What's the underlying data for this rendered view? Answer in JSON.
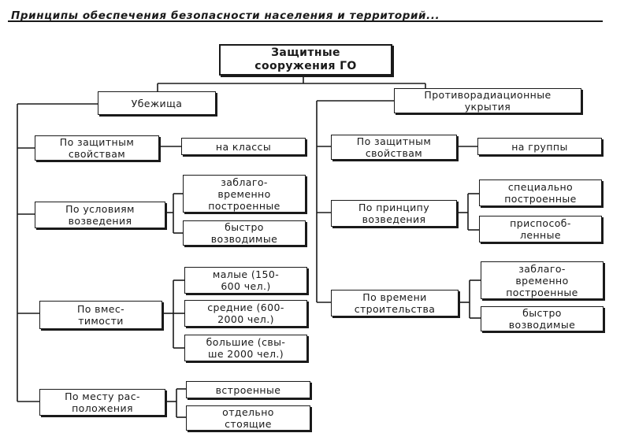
{
  "title": "Принципы обеспечения безопасности населения и территорий...",
  "root": "Защитные\nсооружения ГО",
  "shelters": {
    "label": "Убежища",
    "groups": [
      {
        "label": "По защитным\nсвойствам",
        "children": [
          "на классы"
        ]
      },
      {
        "label": "По условиям\nвозведения",
        "children": [
          "заблаго-\nвременно\nпостроенные",
          "быстро\nвозводимые"
        ]
      },
      {
        "label": "По вмес-\nтимости",
        "children": [
          "малые (150-\n600 чел.)",
          "средние (600-\n2000 чел.)",
          "большие (свы-\nше 2000 чел.)"
        ]
      },
      {
        "label": "По месту рас-\nположения",
        "children": [
          "встроенные",
          "отдельно\nстоящие"
        ]
      }
    ]
  },
  "anti_radiation": {
    "label": "Противорадиационные\nукрытия",
    "groups": [
      {
        "label": "По защитным\nсвойствам",
        "children": [
          "на группы"
        ]
      },
      {
        "label": "По принципу\nвозведения",
        "children": [
          "специально\nпостроенные",
          "приспособ-\nленные"
        ]
      },
      {
        "label": "По времени\nстроительства",
        "children": [
          "заблаго-\nвременно\nпостроенные",
          "быстро\nвозводимые"
        ]
      }
    ]
  }
}
